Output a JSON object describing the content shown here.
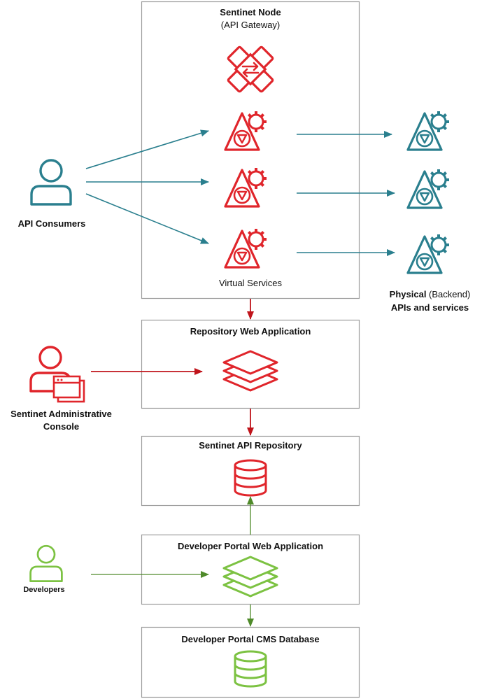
{
  "nodes": {
    "gateway": {
      "title": "Sentinet Node",
      "subtitle": "(API Gateway)",
      "footer": "Virtual Services"
    },
    "repo_web": {
      "title": "Repository Web Application"
    },
    "api_repo": {
      "title": "Sentinet API Repository"
    },
    "dev_portal_web": {
      "title": "Developer Portal Web Application"
    },
    "cms_db": {
      "title": "Developer Portal CMS Database"
    }
  },
  "actors": {
    "consumers": {
      "label": "API Consumers"
    },
    "admin": {
      "label_line1": "Sentinet Administrative",
      "label_line2": "Console"
    },
    "developers": {
      "label": "Developers"
    }
  },
  "backend": {
    "bold": "Physical",
    "normal": " (Backend)",
    "line2": "APIs and services"
  },
  "colors": {
    "teal": "#2a7f8e",
    "red": "#e0252b",
    "dark_red": "#c0141b",
    "green": "#7cc242",
    "dark_green": "#4f8a2a",
    "box_border": "#9c9c9c"
  },
  "icons": [
    "user-icon",
    "gateway-icon",
    "service-gear-icon",
    "layers-icon",
    "database-icon",
    "console-window-icon"
  ]
}
